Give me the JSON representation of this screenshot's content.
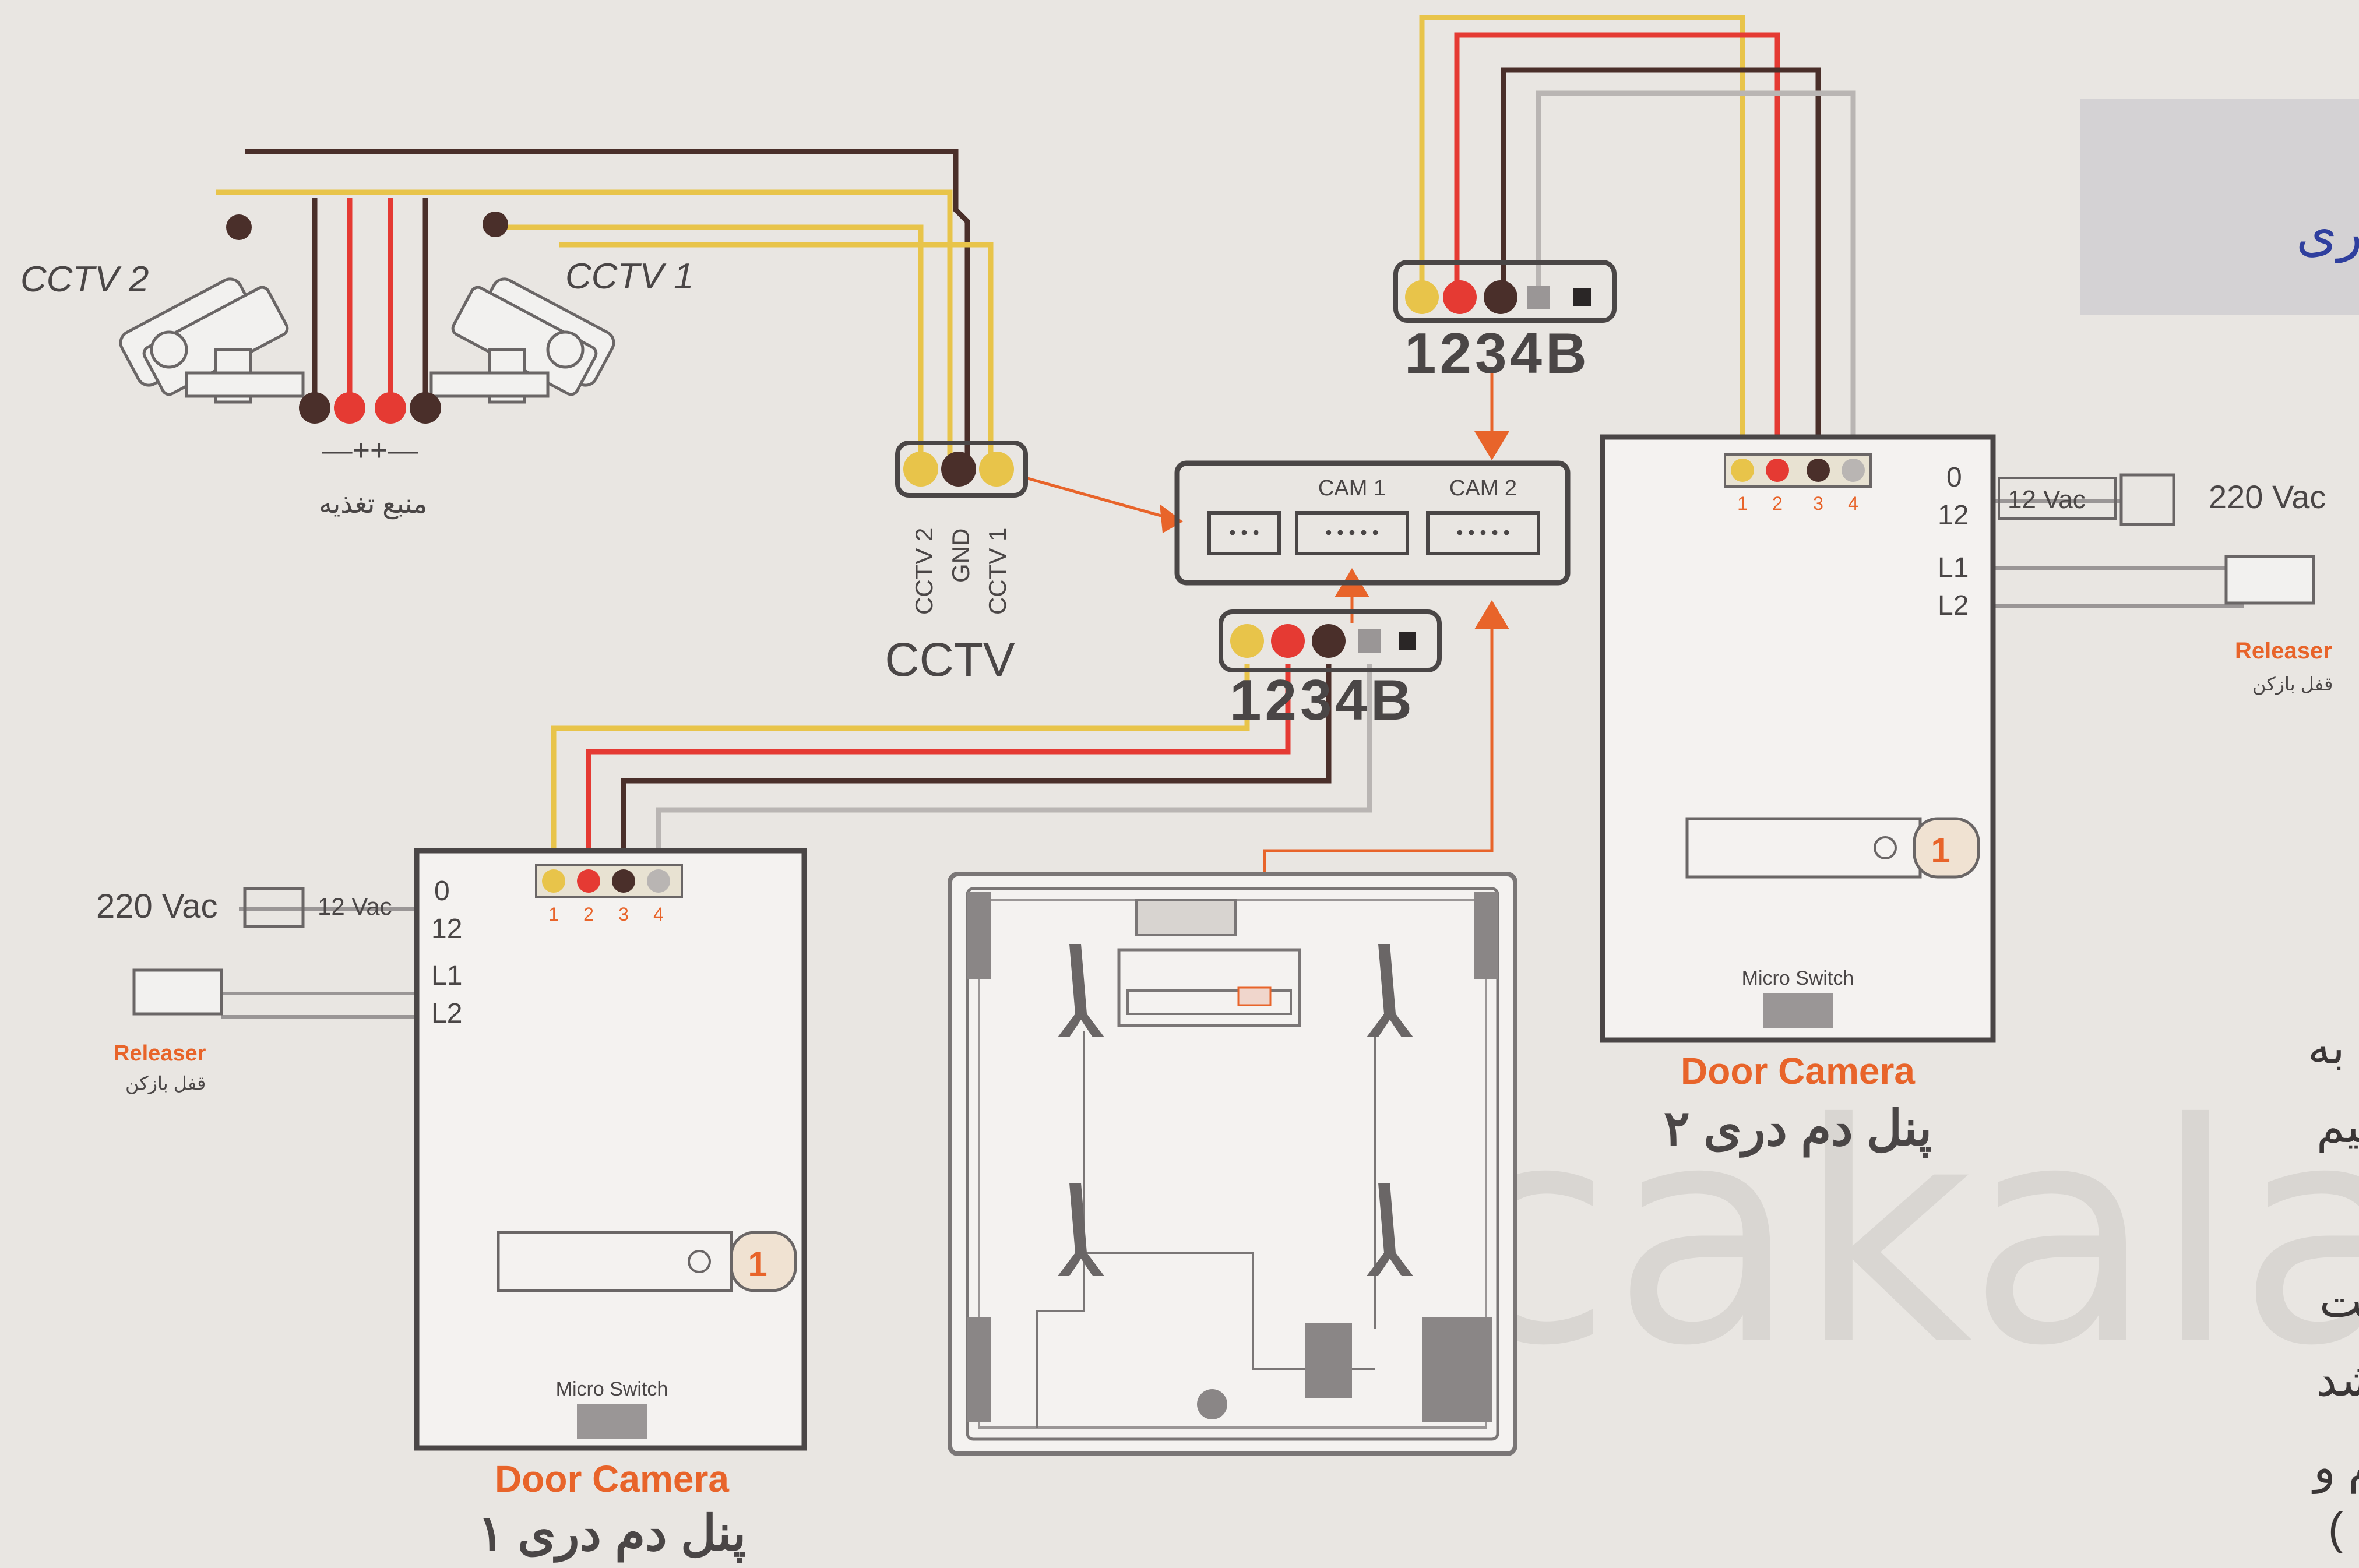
{
  "cameras": {
    "cctv2_label": "CCTV 2",
    "cctv1_label": "CCTV 1",
    "power_polarity": "—++—",
    "power_caption": "منبع تغذیه"
  },
  "cctv_connector": {
    "pins": [
      "CCTV 2",
      "GND",
      "CCTV 1"
    ],
    "label": "CCTV"
  },
  "monitor_board": {
    "cam1": "CAM 1",
    "cam2": "CAM 2"
  },
  "connector_top": {
    "pins": "1234B"
  },
  "connector_bottom": {
    "pins": "1234B"
  },
  "door_camera_1": {
    "terminal_numbers": [
      "1",
      "2",
      "3",
      "4"
    ],
    "terminals": [
      "0",
      "12",
      "L1",
      "L2"
    ],
    "voltage_in": "220 Vac",
    "voltage_out": "12 Vac",
    "releaser": "Releaser",
    "releaser_fa": "قفل بازکن",
    "button": "1",
    "micro_switch": "Micro Switch",
    "title": "Door Camera",
    "title_fa": "پنل دم دری ۱"
  },
  "door_camera_2": {
    "terminal_numbers": [
      "1",
      "2",
      "3",
      "4"
    ],
    "terminals": [
      "0",
      "12",
      "L1",
      "L2"
    ],
    "voltage_in": "220 Vac",
    "voltage_out": "12 Vac",
    "releaser": "Releaser",
    "releaser_fa": "قفل بازکن",
    "button": "1",
    "micro_switch": "Micro Switch",
    "title": "Door Camera",
    "title_fa": "پنل دم دری ۲"
  },
  "side_header": "دری",
  "side_text": [
    "ن به",
    "سیم",
    "یت",
    "شد",
    "م و",
    "("
  ],
  "watermark": "dcakala",
  "colors": {
    "yellow": "#e8c44a",
    "red": "#e53a33",
    "brown": "#4a2f2a",
    "grey": "#9a9696",
    "orange": "#e8642a",
    "line": "#5a5555"
  }
}
